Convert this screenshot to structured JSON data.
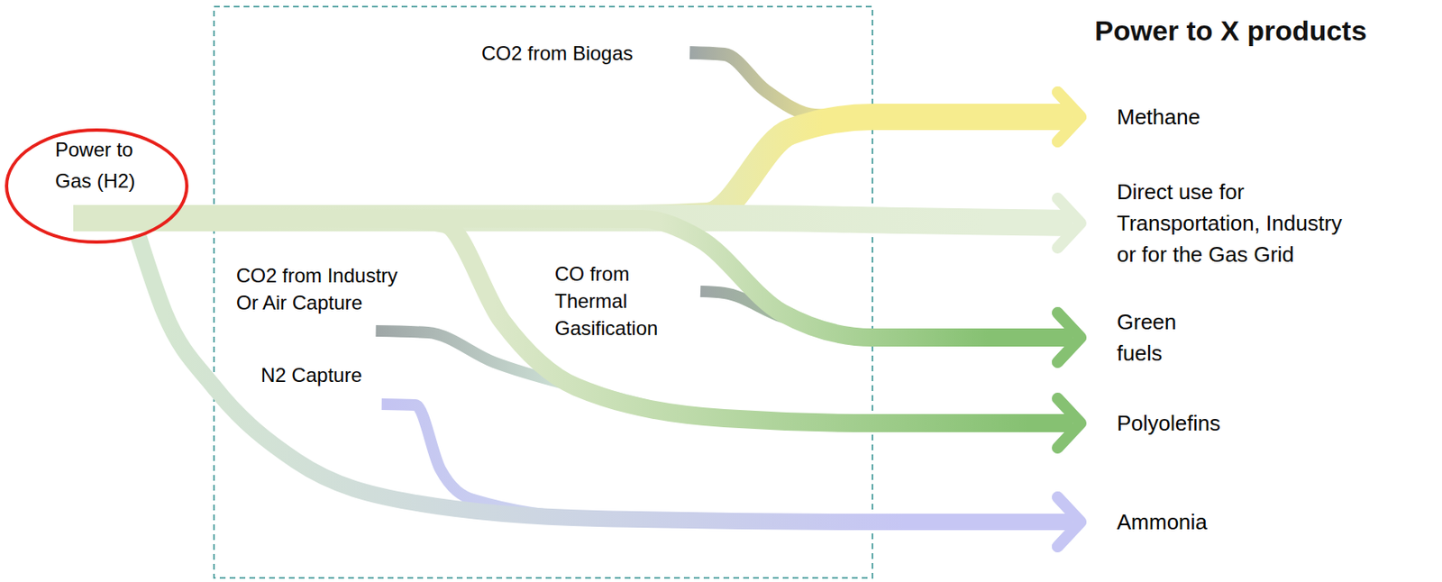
{
  "diagram": {
    "title": "Power to X products",
    "nodes": [
      {
        "text": [
          "Power to Gas (H2)"
        ]
      },
      {
        "text": [
          "CO2 from Biogas"
        ]
      },
      {
        "text": [
          "Methane"
        ]
      },
      {
        "text": [
          "Direct use for Transportation, Industry or for the Gas Grid"
        ]
      },
      {
        "text": [
          "CO2 from Industry Or Air Capture"
        ]
      },
      {
        "text": [
          "CO from Thermal Gasification"
        ]
      },
      {
        "text": [
          "Green fuels"
        ]
      },
      {
        "text": [
          "N2 Capture"
        ]
      },
      {
        "text": [
          "Polyolefins"
        ]
      },
      {
        "text": [
          "Ammonia"
        ]
      }
    ],
    "edges": [
      {
        "from": 0,
        "to": 2,
        "arrow": "to"
      },
      {
        "from": 1,
        "to": 2,
        "arrow": "to"
      },
      {
        "from": 0,
        "to": 3,
        "arrow": "to"
      },
      {
        "from": 0,
        "to": 6,
        "arrow": "to"
      },
      {
        "from": 5,
        "to": 6,
        "arrow": "to"
      },
      {
        "from": 0,
        "to": 8,
        "arrow": "to"
      },
      {
        "from": 4,
        "to": 8,
        "arrow": "to"
      },
      {
        "from": 0,
        "to": 9,
        "arrow": "to"
      },
      {
        "from": 7,
        "to": 9,
        "arrow": "to"
      }
    ]
  }
}
